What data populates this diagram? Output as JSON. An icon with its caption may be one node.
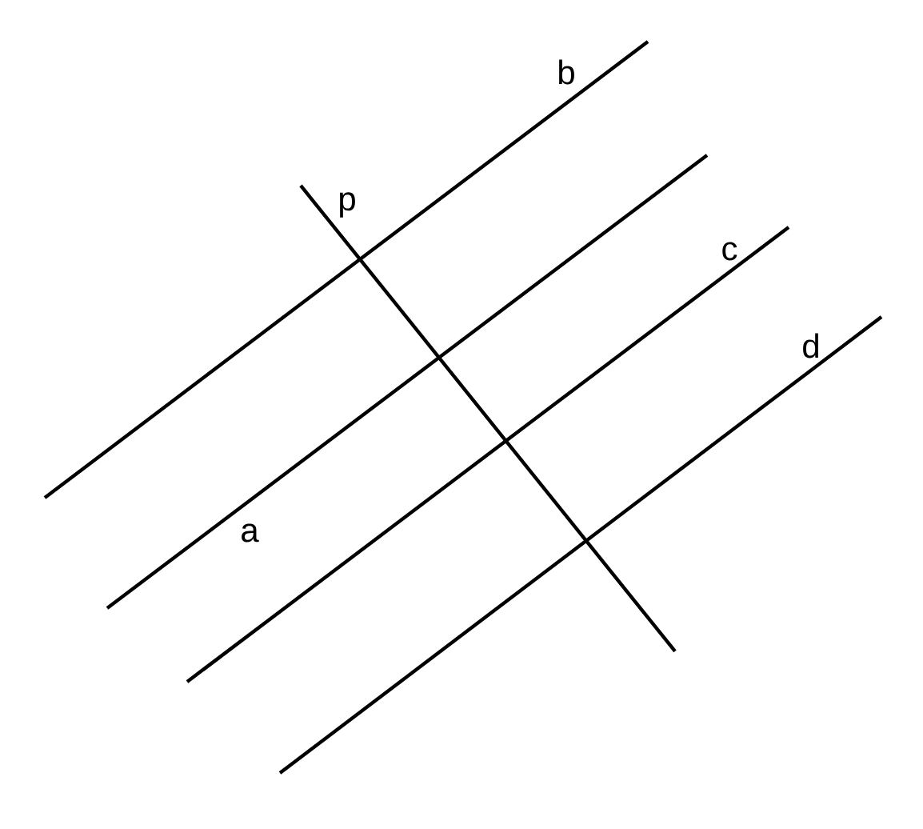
{
  "diagram": {
    "labels": [
      "b",
      "p",
      "c",
      "d",
      "a"
    ]
  }
}
